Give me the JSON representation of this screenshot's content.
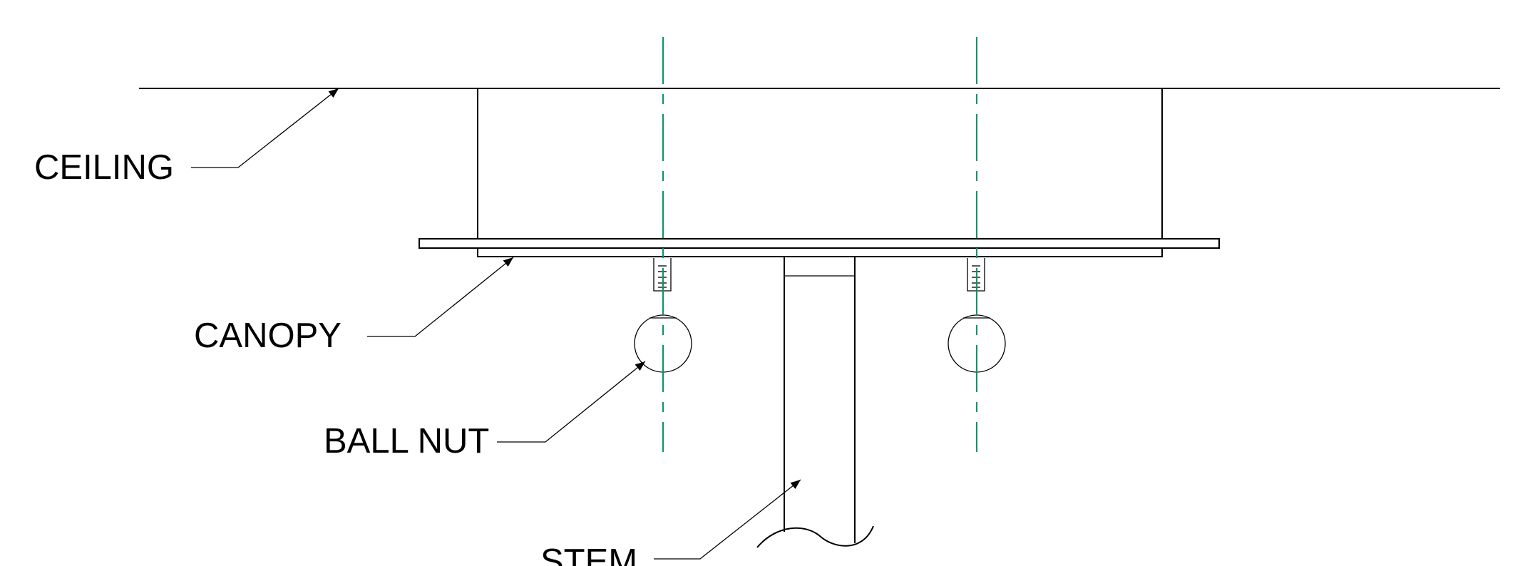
{
  "diagram": {
    "labels": {
      "ceiling": "CEILING",
      "canopy": "CANOPY",
      "ball_nut": "BALL NUT",
      "stem": "STEM"
    },
    "colors": {
      "linework": "#000000",
      "centerline": "#0a9466",
      "background": "#ffffff"
    }
  }
}
